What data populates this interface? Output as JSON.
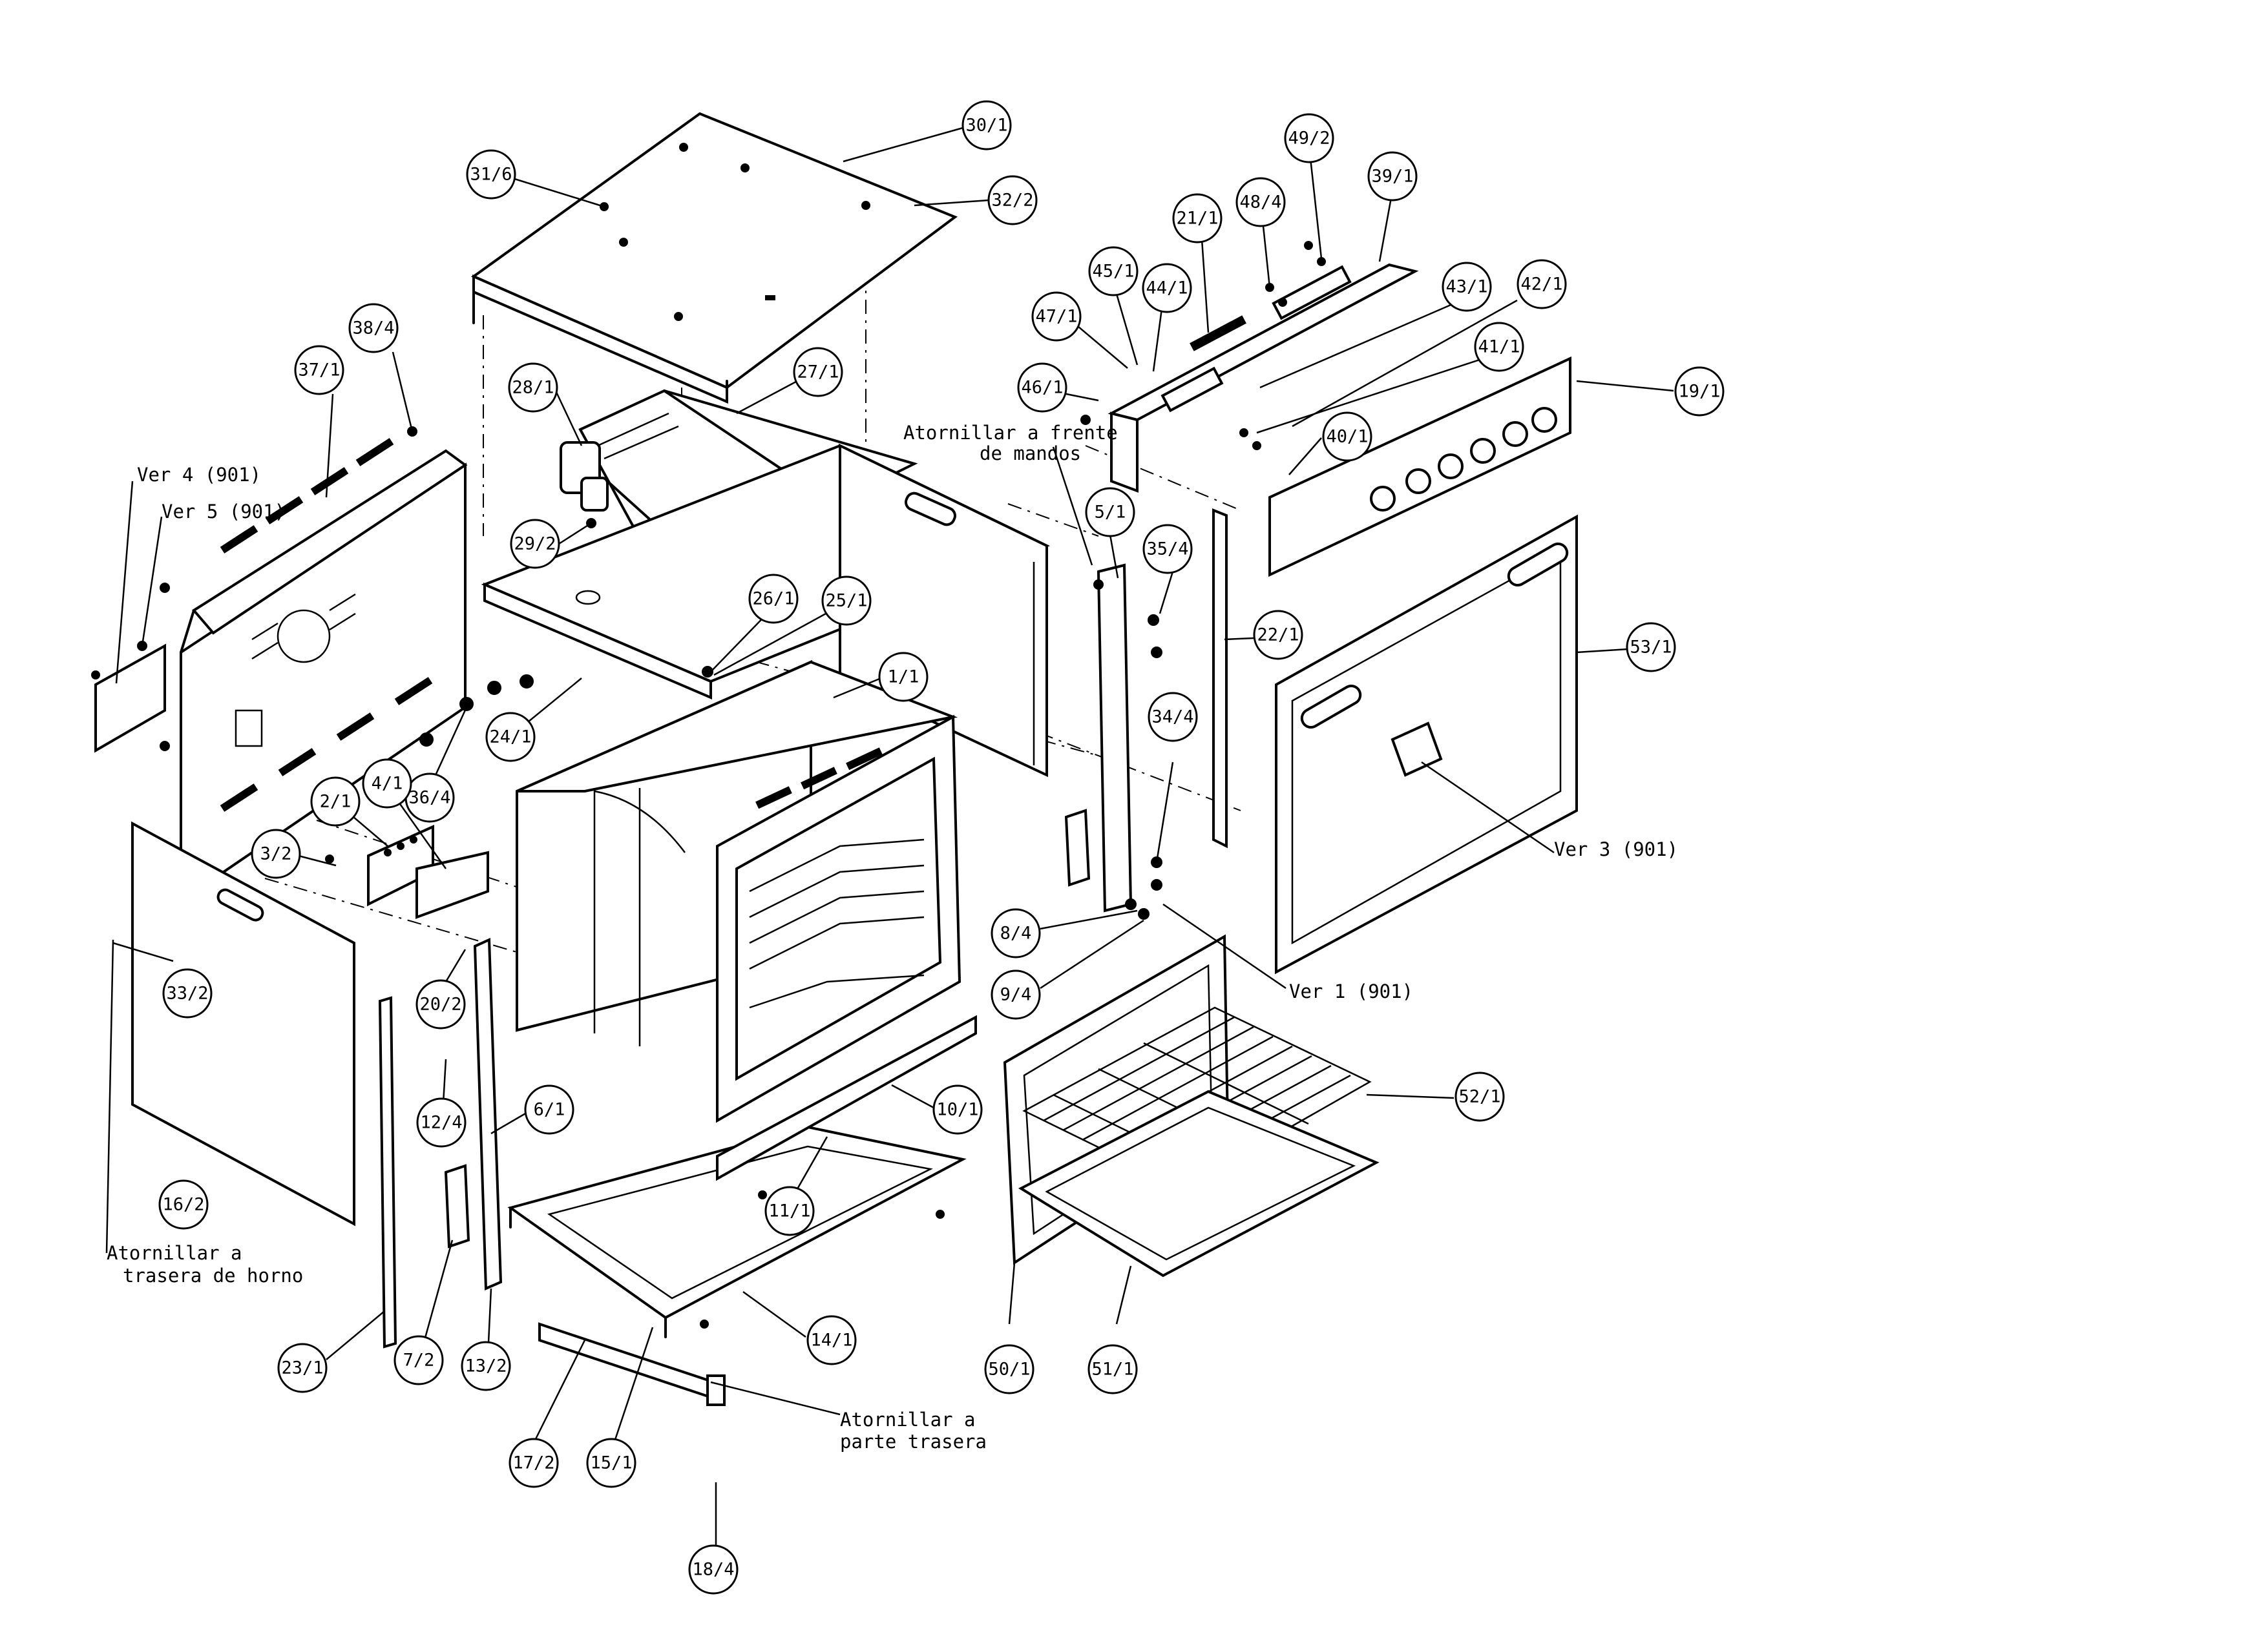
{
  "diagram": {
    "callouts": [
      {
        "id": "c30_1",
        "label": "30/1"
      },
      {
        "id": "c31_6",
        "label": "31/6"
      },
      {
        "id": "c32_2",
        "label": "32/2"
      },
      {
        "id": "c38_4",
        "label": "38/4"
      },
      {
        "id": "c37_1",
        "label": "37/1"
      },
      {
        "id": "c28_1",
        "label": "28/1"
      },
      {
        "id": "c27_1",
        "label": "27/1"
      },
      {
        "id": "c29_2",
        "label": "29/2"
      },
      {
        "id": "c26_1",
        "label": "26/1"
      },
      {
        "id": "c25_1",
        "label": "25/1"
      },
      {
        "id": "c24_1",
        "label": "24/1"
      },
      {
        "id": "c36_4",
        "label": "36/4"
      },
      {
        "id": "c1_1",
        "label": "1/1"
      },
      {
        "id": "c2_1",
        "label": "2/1"
      },
      {
        "id": "c4_1",
        "label": "4/1"
      },
      {
        "id": "c3_2",
        "label": "3/2"
      },
      {
        "id": "c33_2",
        "label": "33/2"
      },
      {
        "id": "c20_2",
        "label": "20/2"
      },
      {
        "id": "c12_4",
        "label": "12/4"
      },
      {
        "id": "c6_1",
        "label": "6/1"
      },
      {
        "id": "c16_2",
        "label": "16/2"
      },
      {
        "id": "c10_1",
        "label": "10/1"
      },
      {
        "id": "c11_1",
        "label": "11/1"
      },
      {
        "id": "c14_1",
        "label": "14/1"
      },
      {
        "id": "c23_1",
        "label": "23/1"
      },
      {
        "id": "c7_2",
        "label": "7/2"
      },
      {
        "id": "c13_2",
        "label": "13/2"
      },
      {
        "id": "c17_2",
        "label": "17/2"
      },
      {
        "id": "c15_1",
        "label": "15/1"
      },
      {
        "id": "c18_4",
        "label": "18/4"
      },
      {
        "id": "c49_2",
        "label": "49/2"
      },
      {
        "id": "c39_1",
        "label": "39/1"
      },
      {
        "id": "c21_1",
        "label": "21/1"
      },
      {
        "id": "c48_4",
        "label": "48/4"
      },
      {
        "id": "c45_1",
        "label": "45/1"
      },
      {
        "id": "c44_1",
        "label": "44/1"
      },
      {
        "id": "c43_1",
        "label": "43/1"
      },
      {
        "id": "c42_1",
        "label": "42/1"
      },
      {
        "id": "c47_1",
        "label": "47/1"
      },
      {
        "id": "c41_1",
        "label": "41/1"
      },
      {
        "id": "c46_1",
        "label": "46/1"
      },
      {
        "id": "c19_1",
        "label": "19/1"
      },
      {
        "id": "c40_1",
        "label": "40/1"
      },
      {
        "id": "c5_1",
        "label": "5/1"
      },
      {
        "id": "c35_4",
        "label": "35/4"
      },
      {
        "id": "c22_1",
        "label": "22/1"
      },
      {
        "id": "c53_1",
        "label": "53/1"
      },
      {
        "id": "c34_4",
        "label": "34/4"
      },
      {
        "id": "c8_4",
        "label": "8/4"
      },
      {
        "id": "c9_4",
        "label": "9/4"
      },
      {
        "id": "c52_1",
        "label": "52/1"
      },
      {
        "id": "c50_1",
        "label": "50/1"
      },
      {
        "id": "c51_1",
        "label": "51/1"
      }
    ],
    "notes": [
      {
        "id": "n_ver4",
        "lines": [
          "Ver 4 (901)"
        ]
      },
      {
        "id": "n_ver5",
        "lines": [
          "Ver 5 (901)"
        ]
      },
      {
        "id": "n_frente",
        "lines": [
          "Atornillar a frente",
          "de mandos"
        ]
      },
      {
        "id": "n_ver3",
        "lines": [
          "Ver 3 (901)"
        ]
      },
      {
        "id": "n_ver1",
        "lines": [
          "Ver 1 (901)"
        ]
      },
      {
        "id": "n_trasera_horno",
        "lines": [
          "Atornillar a",
          "trasera de horno"
        ]
      },
      {
        "id": "n_parte_trasera",
        "lines": [
          "Atornillar a",
          "parte trasera"
        ]
      }
    ]
  }
}
